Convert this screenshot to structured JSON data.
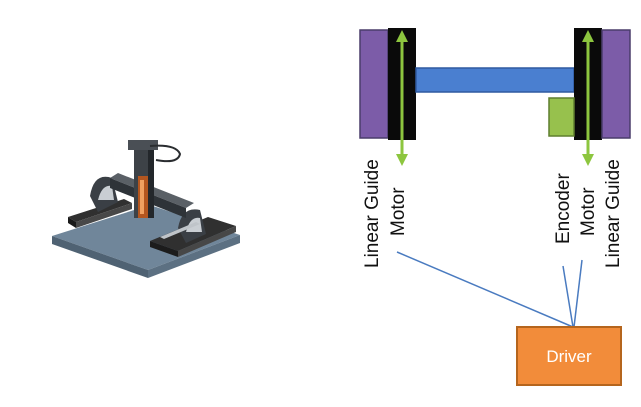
{
  "colors": {
    "guide": "#7c5ca8",
    "motor": "#0a0a0a",
    "beam": "#4a7fd0",
    "encoder": "#97c14d",
    "arrow": "#8dc63f",
    "wire": "#4a7bc0",
    "driver_fill": "#f28c3a",
    "driver_border": "#b5651d",
    "platform": "#6f8496"
  },
  "left_assembly": {
    "guide_label": "Linear Guide",
    "motor_label": "Motor"
  },
  "right_assembly": {
    "encoder_label": "Encoder",
    "motor_label": "Motor",
    "guide_label": "Linear Guide"
  },
  "driver": {
    "label": "Driver"
  },
  "image": {
    "icon": "gantry-machine-icon"
  }
}
